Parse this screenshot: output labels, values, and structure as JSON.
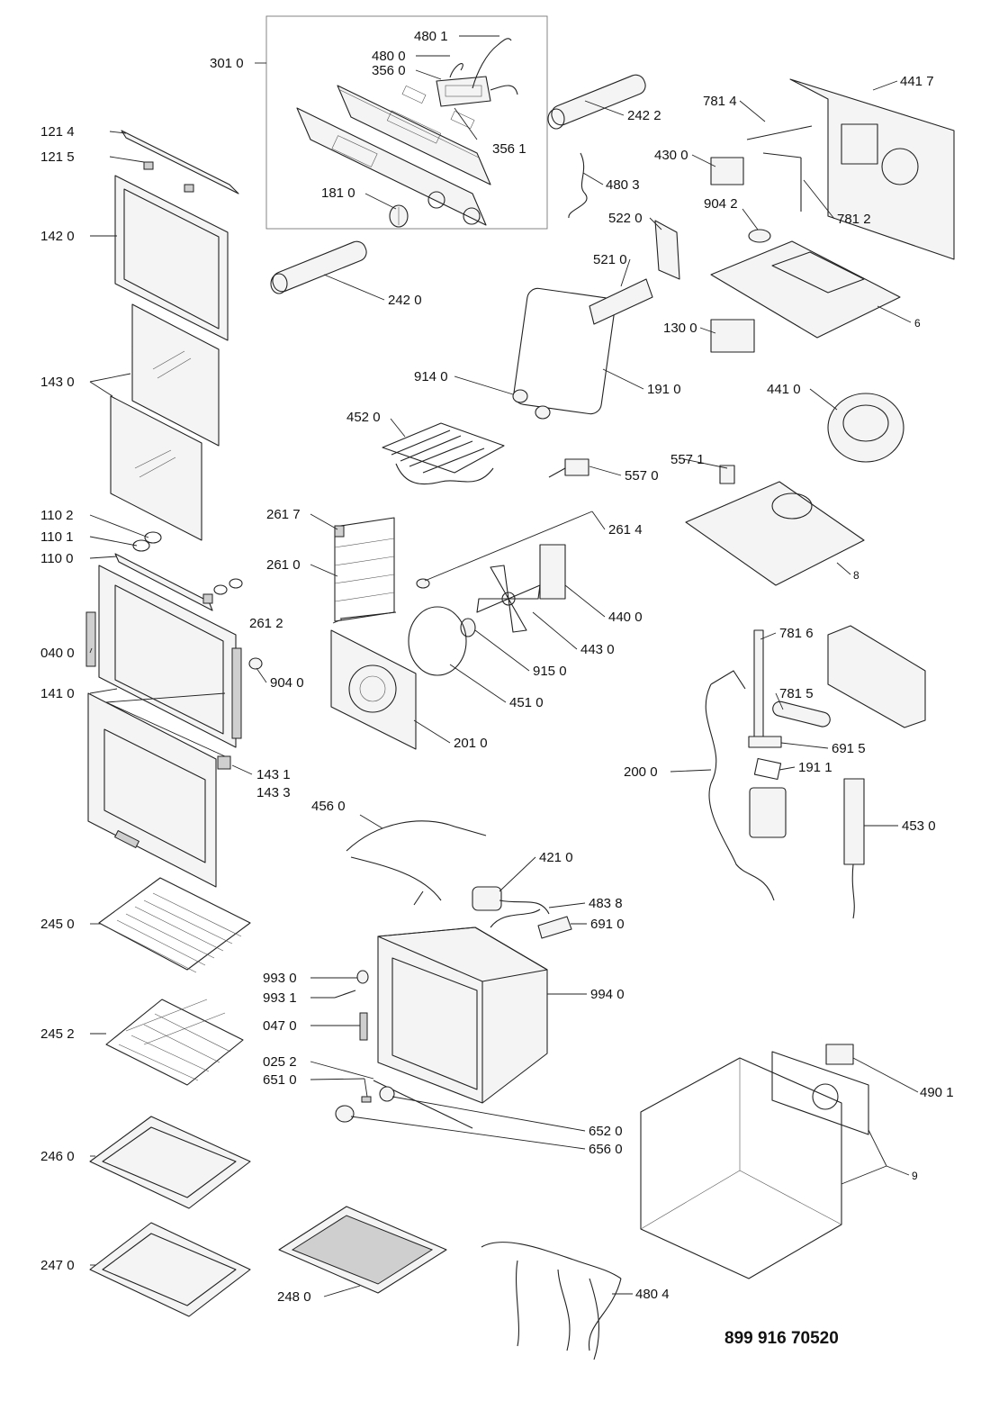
{
  "document_number": "899 916 70520",
  "labels": {
    "l3010": "301 0",
    "l4801": "480 1",
    "l4800": "480 0",
    "l3560": "356 0",
    "l3561": "356 1",
    "l1810": "181 0",
    "l2422": "242 2",
    "l7814": "781 4",
    "l4417": "441 7",
    "l4300": "430 0",
    "l4803": "480 3",
    "l9042": "904 2",
    "l7812": "781 2",
    "l5220": "522 0",
    "l5210": "521 0",
    "l6": "6",
    "l1300": "130 0",
    "l1910": "191 0",
    "l4410": "441 0",
    "l1214": "121 4",
    "l1215": "121 5",
    "l1420": "142 0",
    "l2420": "242 0",
    "l1430": "143 0",
    "l9140": "914 0",
    "l4520": "452 0",
    "l5570": "557 0",
    "l5571": "557 1",
    "l8": "8",
    "l1102": "110 2",
    "l1101": "110 1",
    "l1100": "110 0",
    "l2617": "261 7",
    "l2614": "261 4",
    "l2610": "261 0",
    "l2612": "261 2",
    "l4400": "440 0",
    "l4430": "443 0",
    "l0400": "040 0",
    "l9040": "904 0",
    "l9150": "915 0",
    "l4510": "451 0",
    "l1410": "141 0",
    "l2010": "201 0",
    "l7816": "781 6",
    "l7815": "781 5",
    "l6915": "691 5",
    "l1911": "191 1",
    "l2000": "200 0",
    "l4530": "453 0",
    "l1431": "143 1",
    "l1433": "143 3",
    "l4560": "456 0",
    "l4210": "421 0",
    "l4838": "483 8",
    "l6910": "691 0",
    "l2450": "245 0",
    "l9930": "993 0",
    "l9931": "993 1",
    "l9940": "994 0",
    "l0470": "047 0",
    "l2452": "245 2",
    "l0252": "025 2",
    "l6510": "651 0",
    "l6520": "652 0",
    "l6560": "656 0",
    "l4901": "490 1",
    "l9": "9",
    "l2460": "246 0",
    "l2470": "247 0",
    "l2480": "248 0",
    "l4804": "480 4"
  }
}
